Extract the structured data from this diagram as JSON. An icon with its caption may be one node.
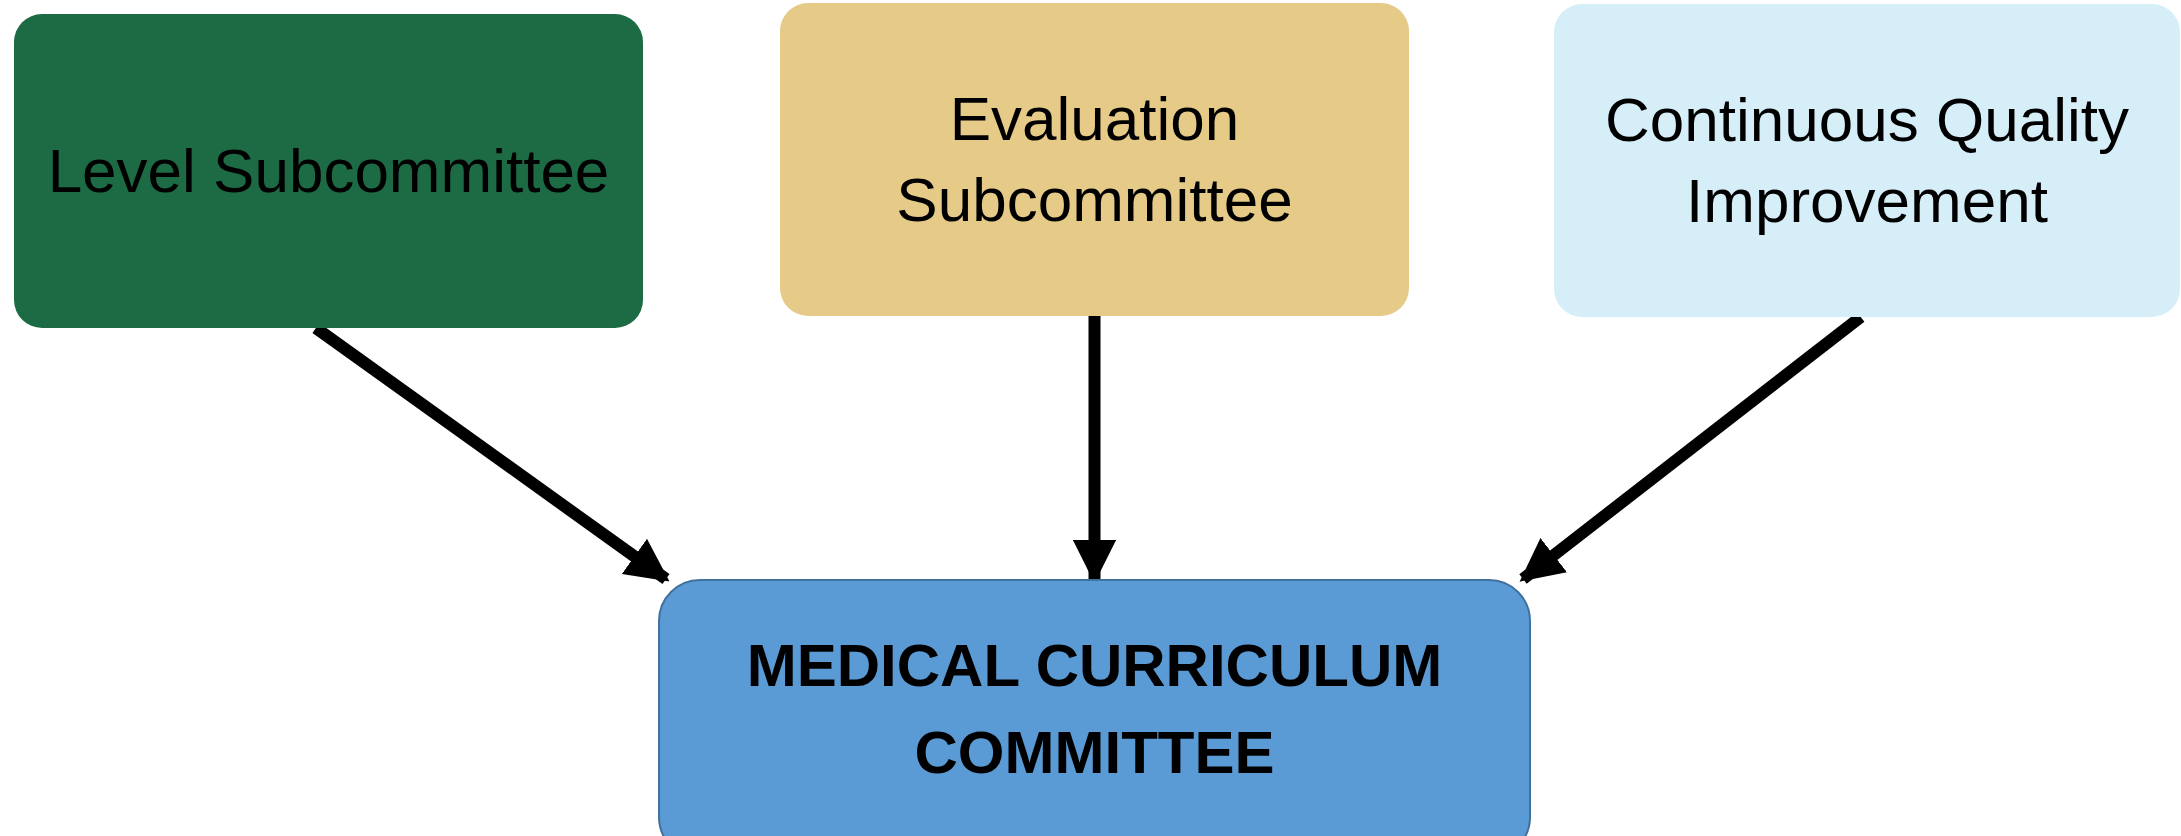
{
  "diagram": {
    "nodes": [
      {
        "text": [
          "Level Subcommittee"
        ]
      },
      {
        "text": [
          "Evaluation Subcommittee"
        ]
      },
      {
        "text": [
          "Continuous Quality Improvement"
        ]
      },
      {
        "text": [
          "MEDICAL CURRICULUM COMMITTEE"
        ]
      }
    ],
    "edges": [
      {
        "from": 0,
        "to": 3,
        "arrow": "to"
      },
      {
        "from": 1,
        "to": 3,
        "arrow": "to"
      },
      {
        "from": 2,
        "to": 3,
        "arrow": "to"
      }
    ]
  }
}
